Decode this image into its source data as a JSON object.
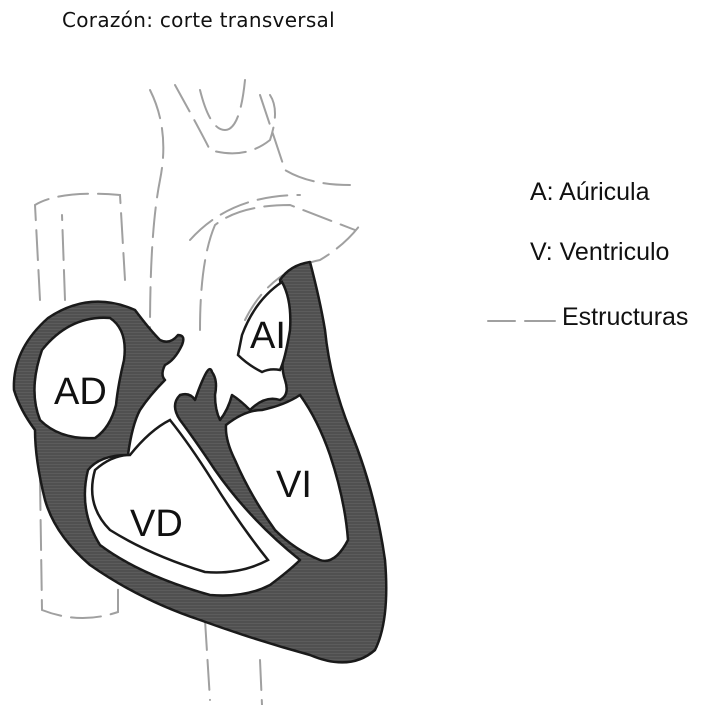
{
  "title": "Corazón: corte transversal",
  "chambers": {
    "ad": "AD",
    "ai": "AI",
    "vd": "VD",
    "vi": "VI"
  },
  "legend": {
    "a": "A: Aúricula",
    "v": "V: Ventriculo",
    "structures": "Estructuras"
  },
  "colors": {
    "muscle": "#5a5a5a",
    "outline": "#1a1a1a",
    "structures": "#a0a0a0"
  }
}
